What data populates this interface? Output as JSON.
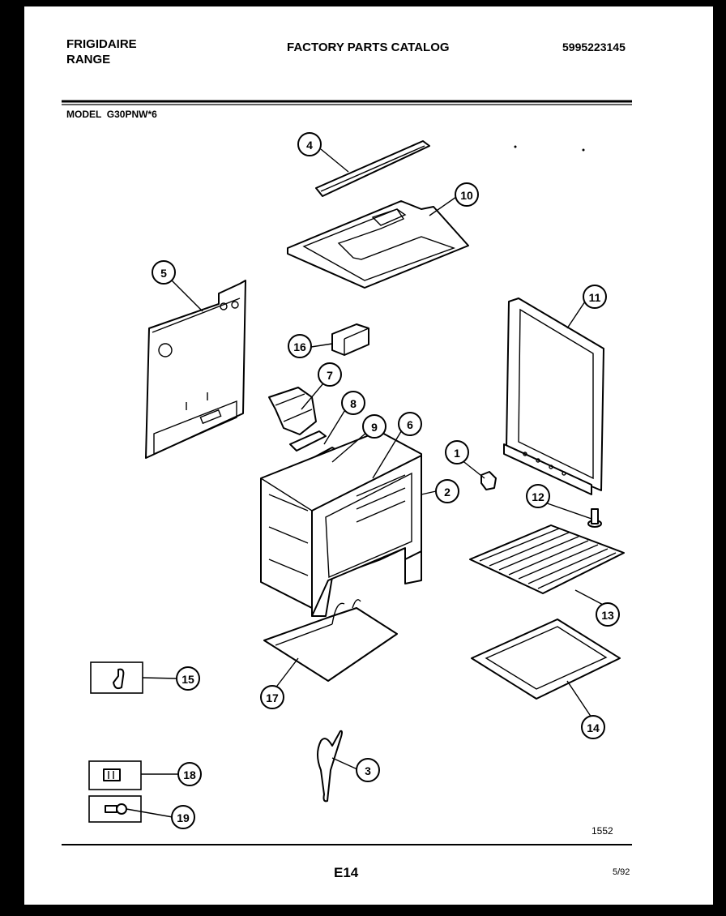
{
  "header": {
    "brand": "FRIGIDAIRE",
    "product": "RANGE",
    "title": "FACTORY PARTS CATALOG",
    "catalog_number": "5995223145",
    "model_label": "MODEL  G30PNW*6"
  },
  "footer": {
    "diagram_number": "1552",
    "page": "E14",
    "date": "5/92"
  },
  "callouts": [
    "1",
    "2",
    "3",
    "4",
    "5",
    "6",
    "7",
    "8",
    "9",
    "10",
    "11",
    "12",
    "13",
    "14",
    "15",
    "16",
    "17",
    "18",
    "19"
  ]
}
